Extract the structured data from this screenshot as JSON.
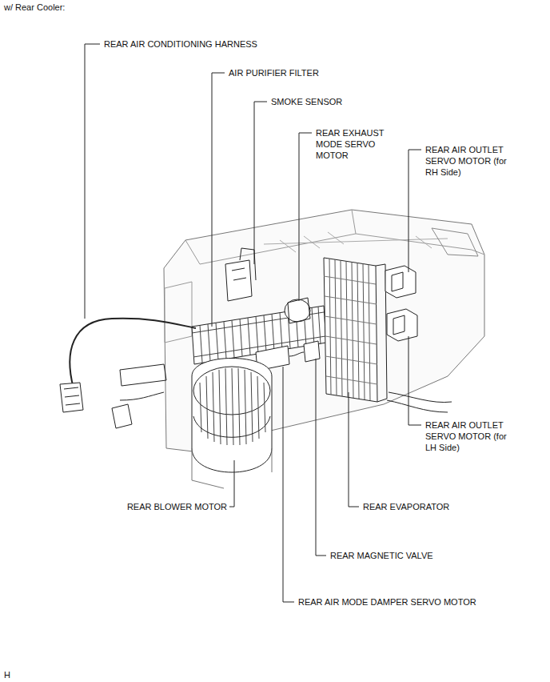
{
  "diagram": {
    "title": "w/ Rear Cooler:",
    "labels": [
      "REAR AIR CONDITIONING HARNESS",
      "AIR PURIFIER FILTER",
      "SMOKE SENSOR",
      "REAR EXHAUST MODE SERVO MOTOR",
      "REAR AIR OUTLET SERVO MOTOR (for RH Side)",
      "REAR AIR OUTLET SERVO MOTOR (for LH Side)",
      "REAR BLOWER MOTOR",
      "REAR EVAPORATOR",
      "REAR MAGNETIC VALVE",
      "REAR AIR MODE DAMPER SERVO MOTOR",
      "H"
    ]
  }
}
